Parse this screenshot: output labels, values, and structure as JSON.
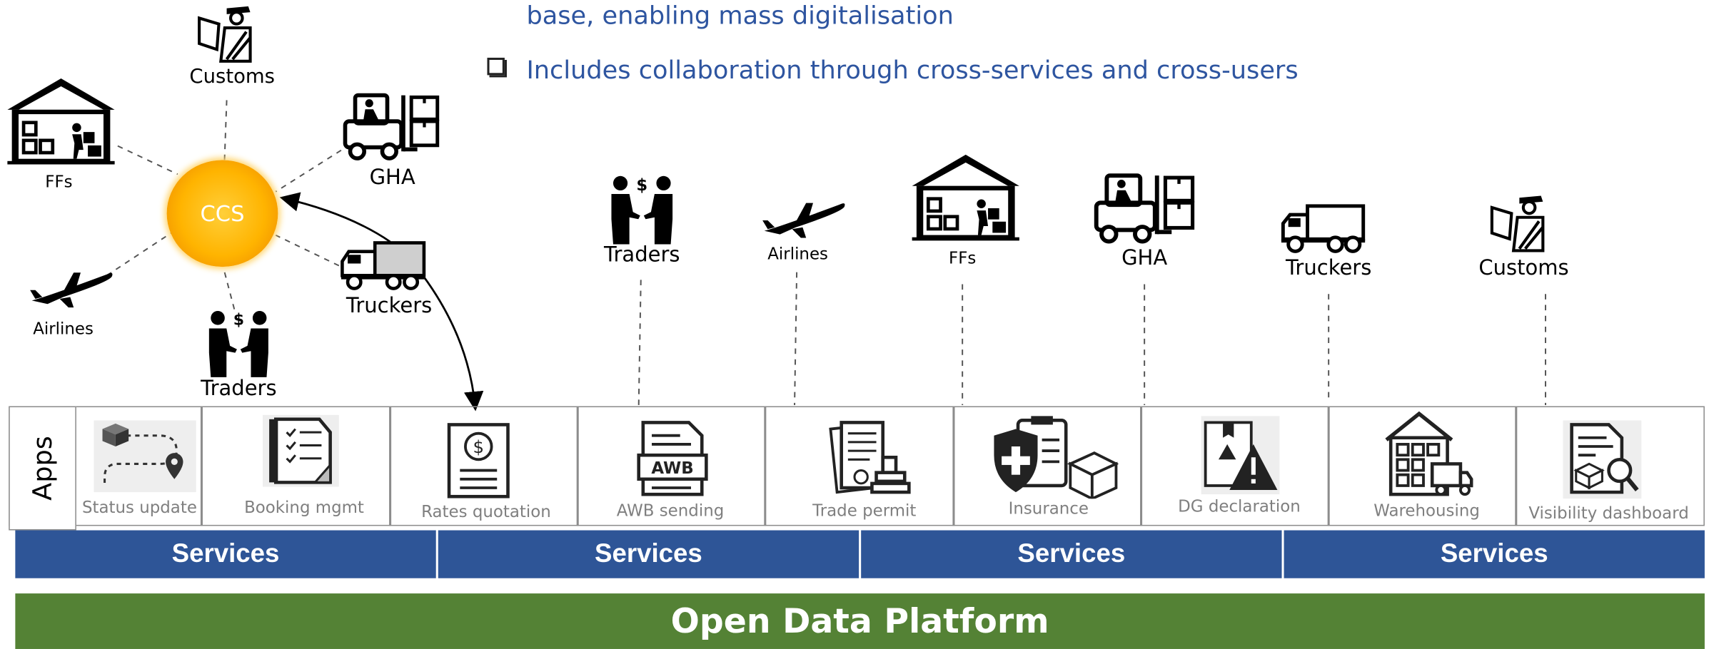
{
  "bullets": {
    "line1": "base, enabling mass digitalisation",
    "line2": "Includes collaboration through cross-services and cross-users"
  },
  "hub": {
    "center": "CCS",
    "nodes": {
      "customs": "Customs",
      "ffs": "FFs",
      "gha": "GHA",
      "truckers": "Truckers",
      "airlines": "Airlines",
      "traders": "Traders"
    }
  },
  "top_users": [
    "Traders",
    "Airlines",
    "FFs",
    "GHA",
    "Truckers",
    "Customs"
  ],
  "apps": {
    "label": "Apps",
    "items": [
      {
        "label": "Status update",
        "icon": "route-icon"
      },
      {
        "label": "Booking mgmt",
        "icon": "checklist-icon"
      },
      {
        "label": "Rates quotation",
        "icon": "quotation-icon"
      },
      {
        "label": "AWB sending",
        "icon": "awb-document-icon"
      },
      {
        "label": "Trade permit",
        "icon": "permit-stamp-icon"
      },
      {
        "label": "Insurance",
        "icon": "insurance-icon"
      },
      {
        "label": "DG declaration",
        "icon": "dangerous-goods-icon"
      },
      {
        "label": "Warehousing",
        "icon": "warehouse-icon"
      },
      {
        "label": "Visibility dashboard",
        "icon": "visibility-icon"
      }
    ]
  },
  "services": [
    "Services",
    "Services",
    "Services",
    "Services"
  ],
  "platform": "Open Data Platform",
  "colors": {
    "bullet_text": "#2e55a0",
    "services_bg": "#2e5597",
    "platform_bg": "#548235",
    "ccs_fill": "#ffb400"
  }
}
